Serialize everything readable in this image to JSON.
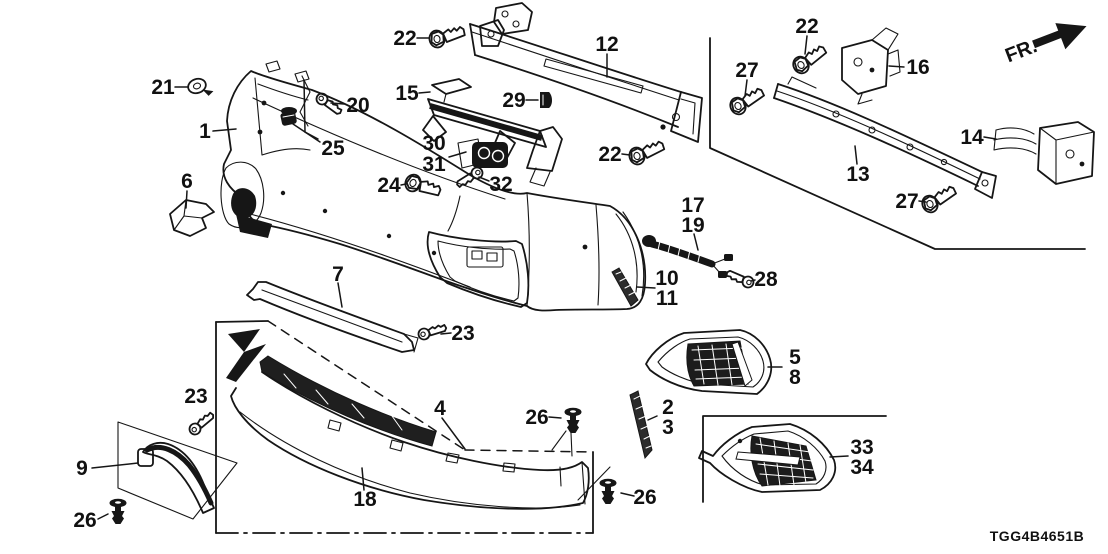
{
  "diagram_code": "TGG4B4651B",
  "fr_label": "FR.",
  "colors": {
    "ink": "#161616",
    "background": "#ffffff"
  },
  "callouts": [
    {
      "text": "21"
    },
    {
      "text": "1"
    },
    {
      "text": "25"
    },
    {
      "text": "20"
    },
    {
      "text": "6"
    },
    {
      "text": "22"
    },
    {
      "text": "15"
    },
    {
      "text": "29"
    },
    {
      "text": "12"
    },
    {
      "text": "30"
    },
    {
      "text": "31"
    },
    {
      "text": "24"
    },
    {
      "text": "32"
    },
    {
      "text": "22"
    },
    {
      "text": "27"
    },
    {
      "text": "22"
    },
    {
      "text": "16"
    },
    {
      "text": "14"
    },
    {
      "text": "13"
    },
    {
      "text": "27"
    },
    {
      "text": "17"
    },
    {
      "text": "19"
    },
    {
      "text": "10"
    },
    {
      "text": "11"
    },
    {
      "text": "28"
    },
    {
      "text": "7"
    },
    {
      "text": "23"
    },
    {
      "text": "4"
    },
    {
      "text": "23"
    },
    {
      "text": "26"
    },
    {
      "text": "2"
    },
    {
      "text": "3"
    },
    {
      "text": "5"
    },
    {
      "text": "8"
    },
    {
      "text": "26"
    },
    {
      "text": "18"
    },
    {
      "text": "9"
    },
    {
      "text": "26"
    },
    {
      "text": "33"
    },
    {
      "text": "34"
    }
  ]
}
